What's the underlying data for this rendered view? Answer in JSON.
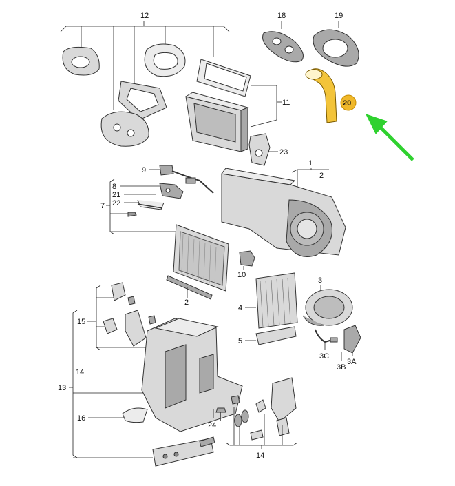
{
  "callouts": {
    "c12": "12",
    "c18": "18",
    "c19": "19",
    "c20": "20",
    "c11": "11",
    "c23": "23",
    "c9": "9",
    "c1": "1",
    "c2a": "2",
    "c8": "8",
    "c21": "21",
    "c22": "22",
    "c7": "7",
    "c10": "10",
    "c2b": "2",
    "c3": "3",
    "c4": "4",
    "c5": "5",
    "c3c": "3C",
    "c3b": "3B",
    "c3a": "3A",
    "c15": "15",
    "c14a": "14",
    "c13": "13",
    "c16": "16",
    "c24": "24",
    "c14b": "14"
  },
  "highlight": {
    "part_number": "20",
    "color": "#f0b82a",
    "arrow_color": "#2fd12f"
  }
}
